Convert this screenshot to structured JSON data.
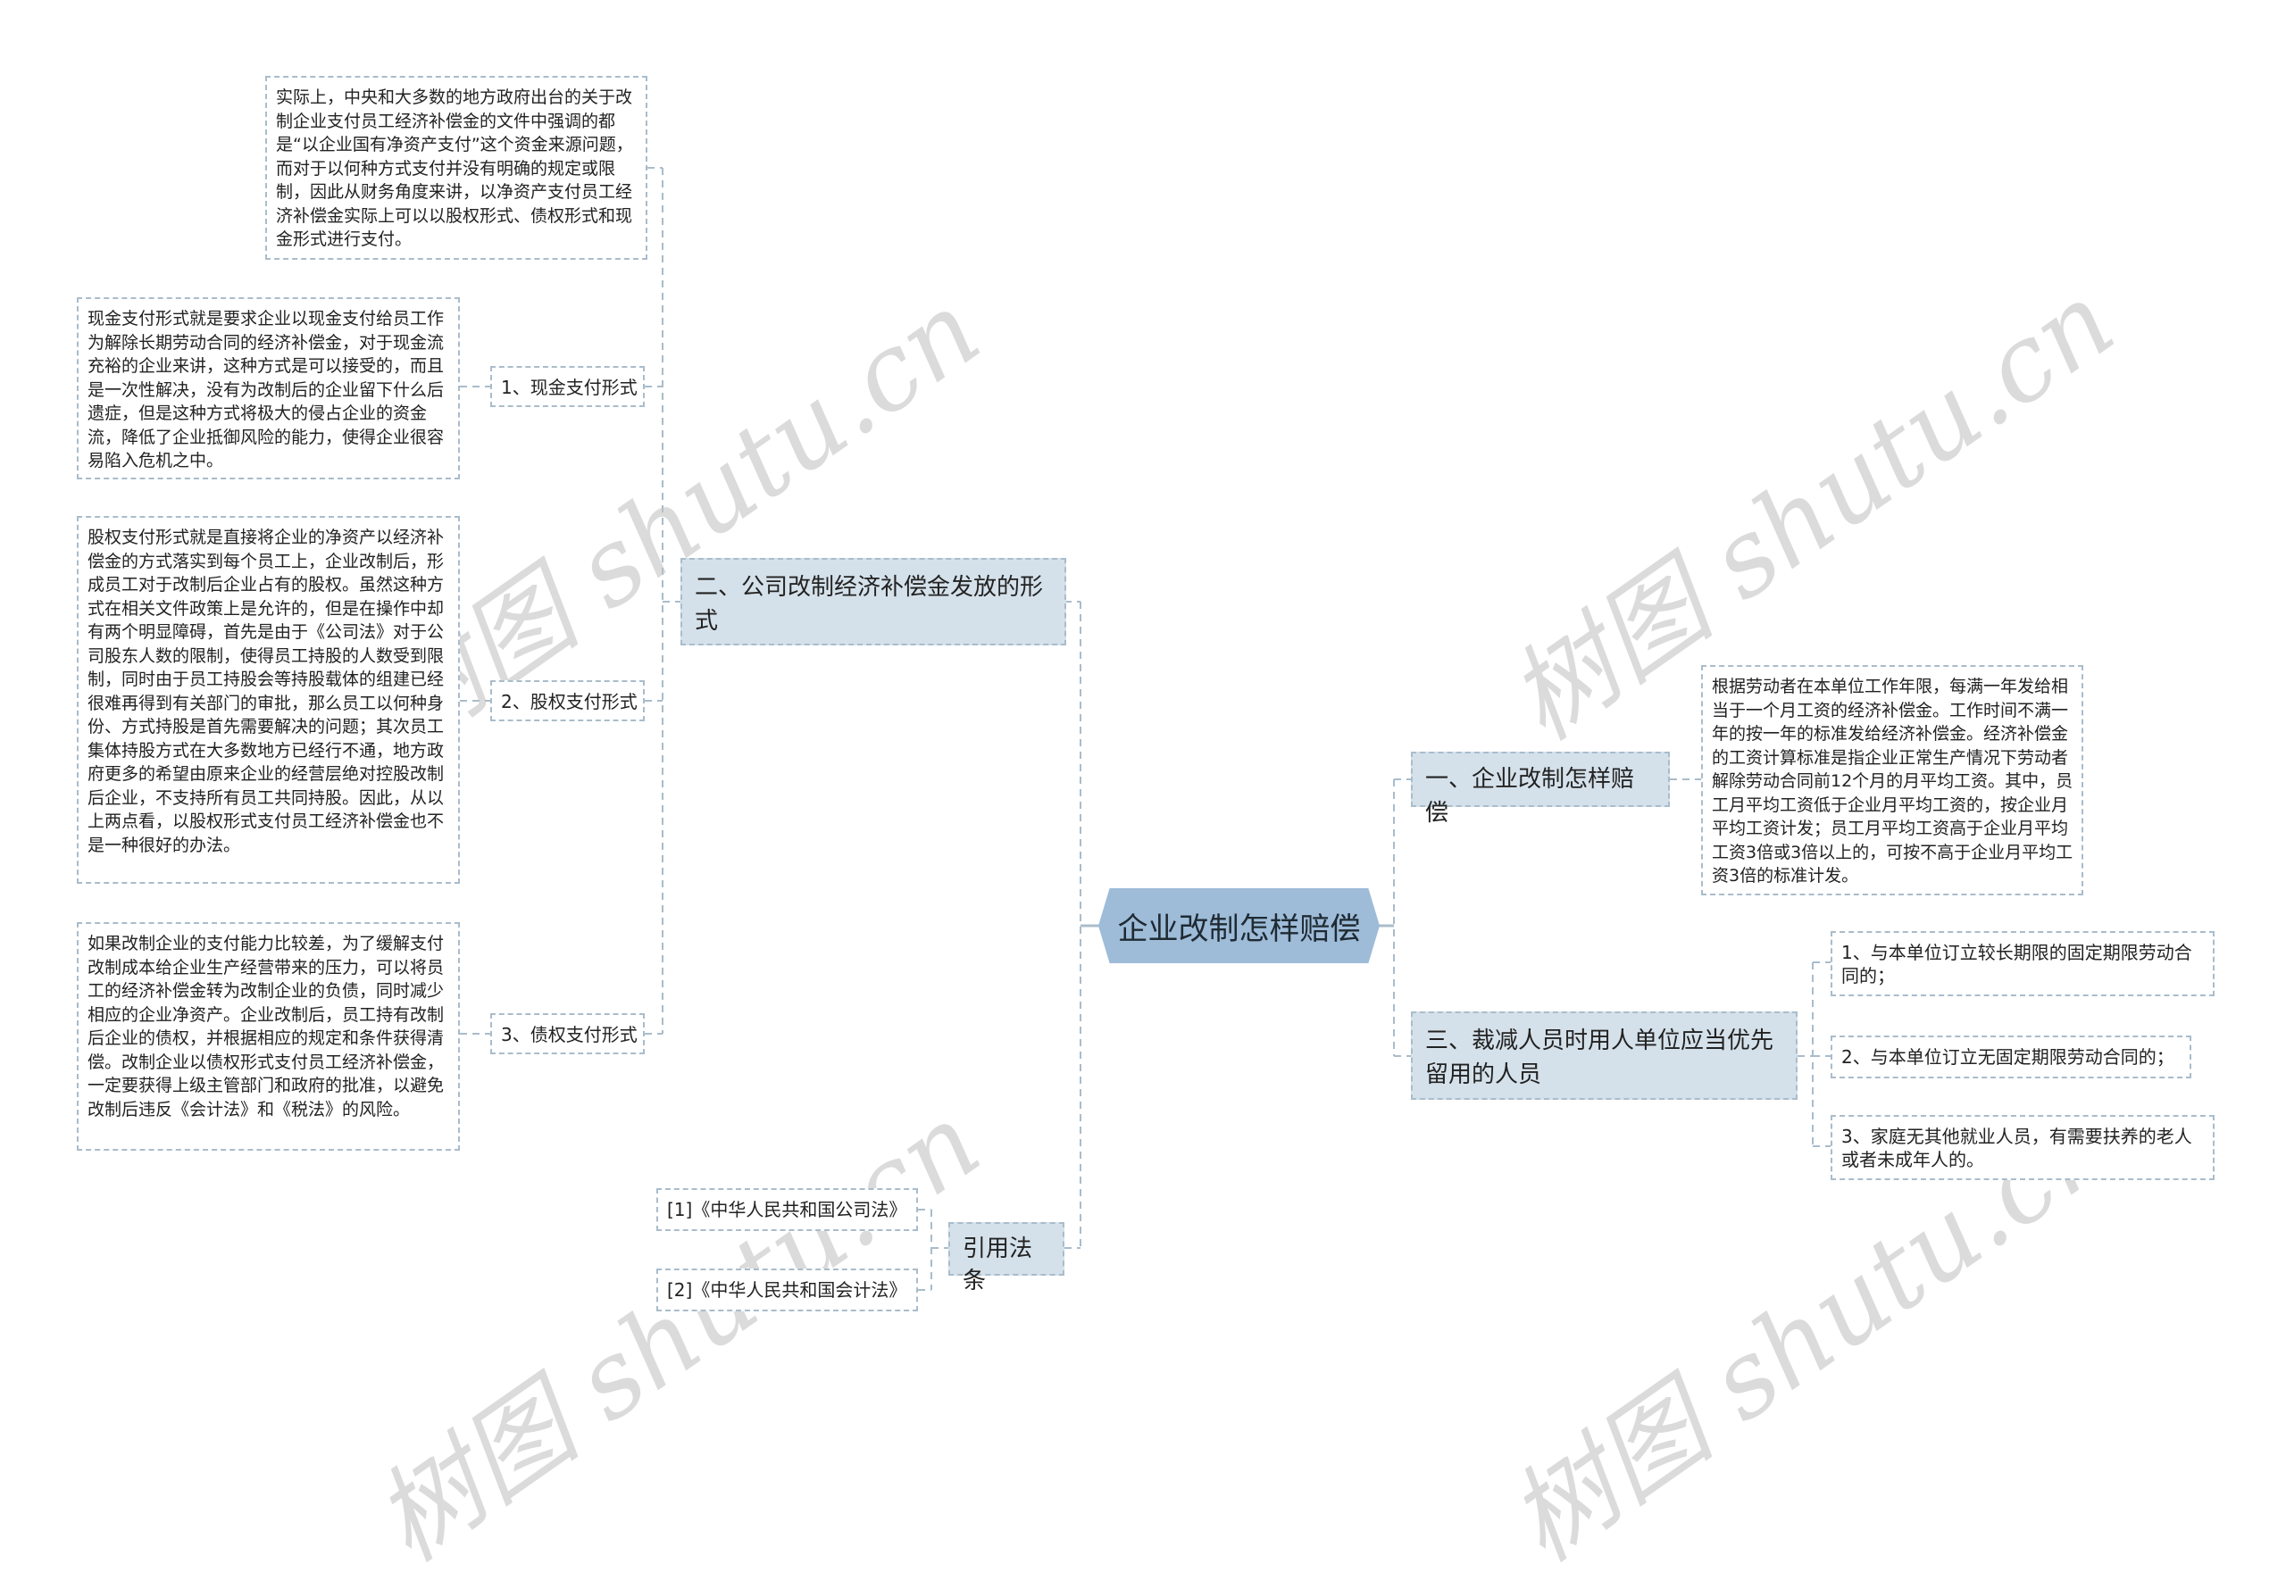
{
  "root": {
    "title": "企业改制怎样赔偿"
  },
  "colors": {
    "root_fill": "#9ebcd8",
    "branch_fill": "#d5e1ea",
    "line": "#a9bccb",
    "leaf_fill": "#ffffff"
  },
  "left": {
    "section2": {
      "title": "二、公司改制经济补偿金发放的形式",
      "intro": "实际上，中央和大多数的地方政府出台的关于改制企业支付员工经济补偿金的文件中强调的都是“以企业国有净资产支付”这个资金来源问题，而对于以何种方式支付并没有明确的规定或限制，因此从财务角度来讲，以净资产支付员工经济补偿金实际上可以以股权形式、债权形式和现金形式进行支付。",
      "items": [
        {
          "label": "1、现金支付形式",
          "detail": "现金支付形式就是要求企业以现金支付给员工作为解除长期劳动合同的经济补偿金，对于现金流充裕的企业来讲，这种方式是可以接受的，而且是一次性解决，没有为改制后的企业留下什么后遗症，但是这种方式将极大的侵占企业的资金流，降低了企业抵御风险的能力，使得企业很容易陷入危机之中。"
        },
        {
          "label": "2、股权支付形式",
          "detail": "股权支付形式就是直接将企业的净资产以经济补偿金的方式落实到每个员工上，企业改制后，形成员工对于改制后企业占有的股权。虽然这种方式在相关文件政策上是允许的，但是在操作中却有两个明显障碍，首先是由于《公司法》对于公司股东人数的限制，使得员工持股的人数受到限制，同时由于员工持股会等持股载体的组建已经很难再得到有关部门的审批，那么员工以何种身份、方式持股是首先需要解决的问题；其次员工集体持股方式在大多数地方已经行不通，地方政府更多的希望由原来企业的经营层绝对控股改制后企业，不支持所有员工共同持股。因此，从以上两点看，以股权形式支付员工经济补偿金也不是一种很好的办法。"
        },
        {
          "label": "3、债权支付形式",
          "detail": "如果改制企业的支付能力比较差，为了缓解支付改制成本给企业生产经营带来的压力，可以将员工的经济补偿金转为改制企业的负债，同时减少相应的企业净资产。企业改制后，员工持有改制后企业的债权，并根据相应的规定和条件获得清偿。改制企业以债权形式支付员工经济补偿金，一定要获得上级主管部门和政府的批准，以避免改制后违反《会计法》和《税法》的风险。"
        }
      ]
    },
    "references": {
      "title": "引用法条",
      "items": [
        {
          "label": "[1]《中华人民共和国公司法》"
        },
        {
          "label": "[2]《中华人民共和国会计法》"
        }
      ]
    }
  },
  "right": {
    "section1": {
      "title": "一、企业改制怎样赔偿",
      "detail": "根据劳动者在本单位工作年限，每满一年发给相当于一个月工资的经济补偿金。工作时间不满一年的按一年的标准发给经济补偿金。经济补偿金的工资计算标准是指企业正常生产情况下劳动者解除劳动合同前12个月的月平均工资。其中，员工月平均工资低于企业月平均工资的，按企业月平均工资计发；员工月平均工资高于企业月平均工资3倍或3倍以上的，可按不高于企业月平均工资3倍的标准计发。"
    },
    "section3": {
      "title": "三、裁减人员时用人单位应当优先留用的人员",
      "items": [
        {
          "label": "1、与本单位订立较长期限的固定期限劳动合同的；"
        },
        {
          "label": "2、与本单位订立无固定期限劳动合同的；"
        },
        {
          "label": "3、家庭无其他就业人员，有需要扶养的老人或者未成年人的。"
        }
      ]
    }
  },
  "watermark": {
    "text": "树图 shutu.cn"
  }
}
